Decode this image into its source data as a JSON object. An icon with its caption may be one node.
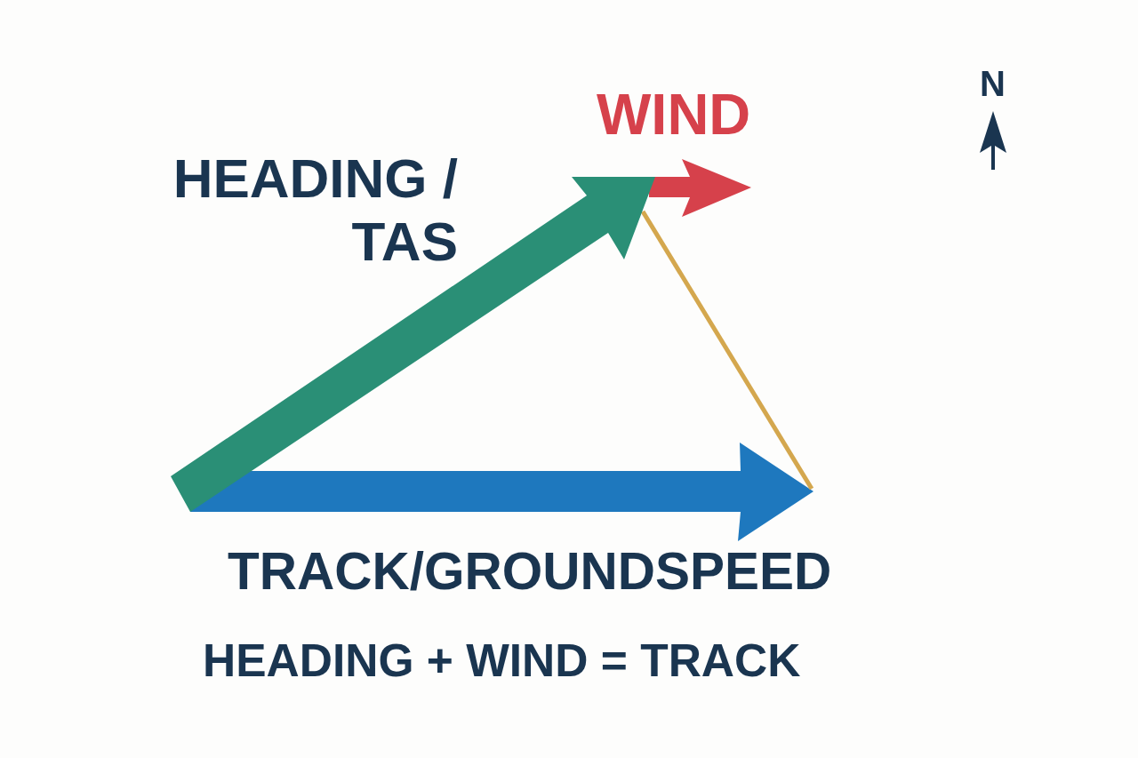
{
  "diagram": {
    "labels": [
      "WIND",
      "N",
      "HEADING / TAS",
      "TRACK/GROUNDSPEED",
      "HEADING + WIND = TRACK"
    ]
  }
}
